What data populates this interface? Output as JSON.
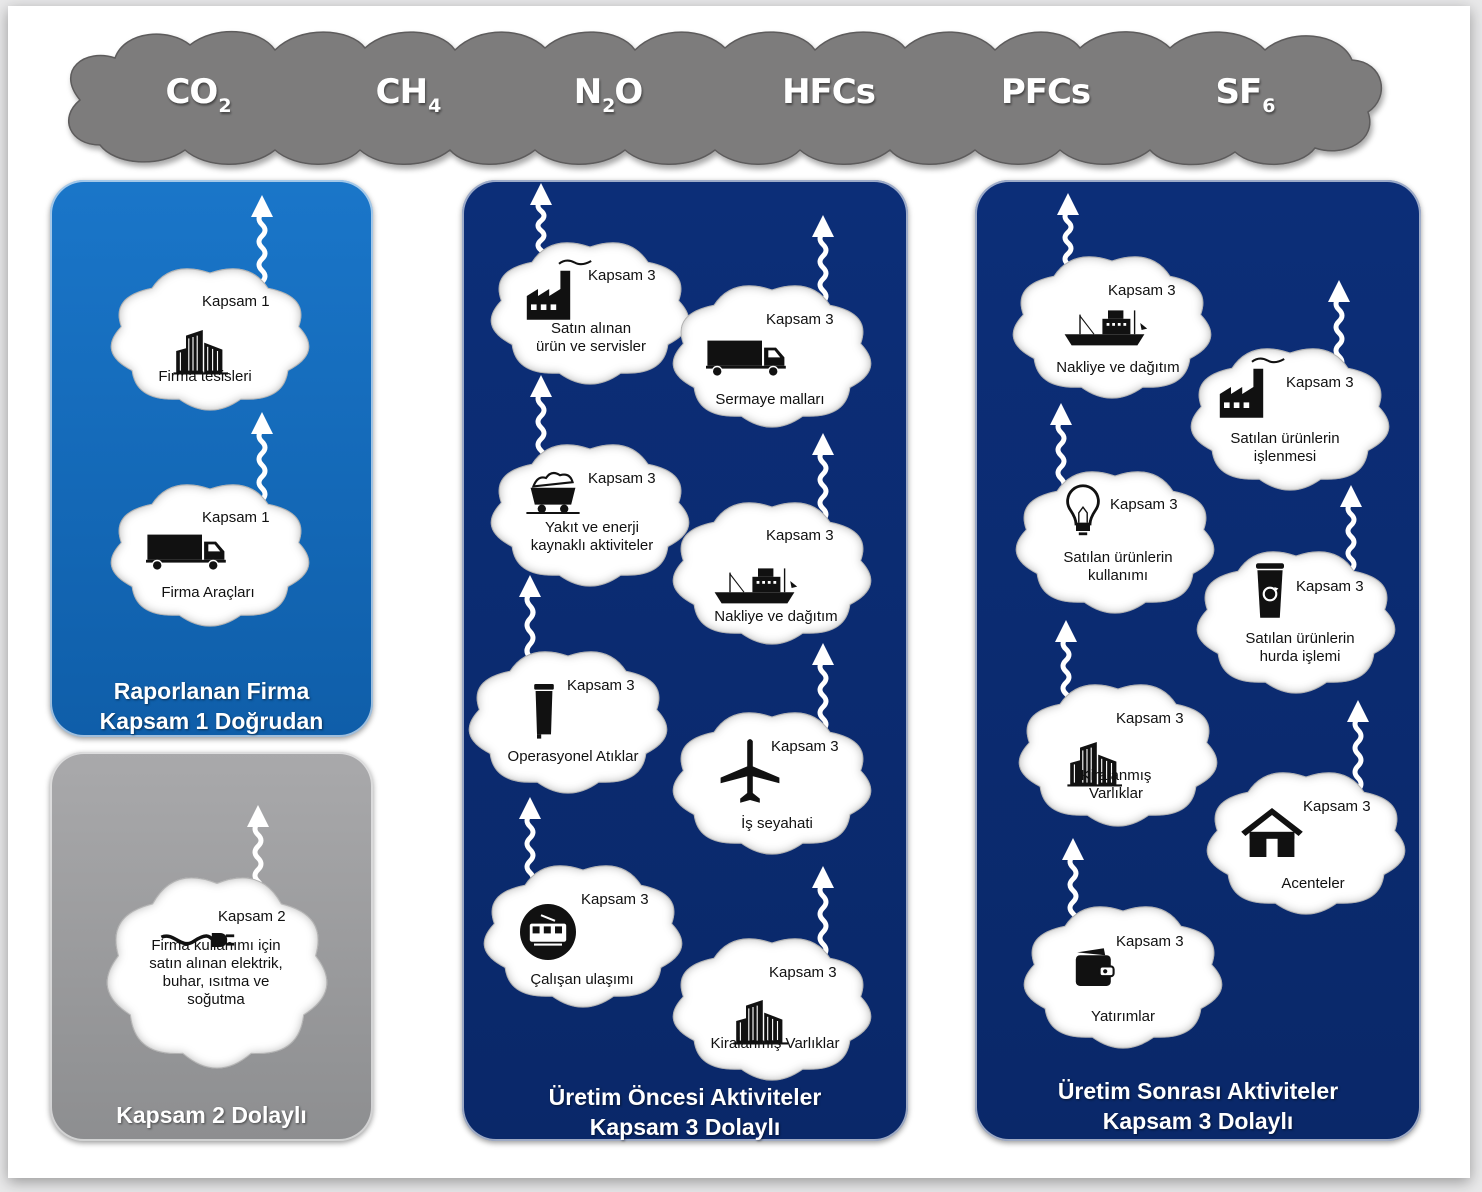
{
  "gases": [
    {
      "base": "CO",
      "sub": "2",
      "after": ""
    },
    {
      "base": "CH",
      "sub": "4",
      "after": ""
    },
    {
      "base": "N",
      "sub": "2",
      "after": "O"
    },
    {
      "base": "HFCs",
      "sub": "",
      "after": ""
    },
    {
      "base": "PFCs",
      "sub": "",
      "after": ""
    },
    {
      "base": "SF",
      "sub": "6",
      "after": ""
    }
  ],
  "panels": {
    "scope1": {
      "line1": "Raporlanan Firma",
      "line2": "Kapsam 1 Doğrudan"
    },
    "scope2": {
      "line1": "Kapsam 2 Dolaylı",
      "line2": ""
    },
    "upstream": {
      "line1": "Üretim Öncesi Aktiviteler",
      "line2": "Kapsam 3 Dolaylı"
    },
    "downstream": {
      "line1": "Üretim Sonrası Aktiviteler",
      "line2": "Kapsam 3 Dolaylı"
    }
  },
  "clouds": [
    {
      "scope": "Kapsam 1",
      "label": [
        "Firma tesisleri"
      ],
      "icon": "building-icon"
    },
    {
      "scope": "Kapsam 1",
      "label": [
        "Firma Araçları"
      ],
      "icon": "truck-icon"
    },
    {
      "scope": "Kapsam 2",
      "label": [
        "Firma kullanımı için",
        "satın alınan elektrik,",
        "buhar, ısıtma ve",
        "soğutma"
      ],
      "icon": "plug-icon"
    },
    {
      "scope": "Kapsam 3",
      "label": [
        "Satın alınan",
        "ürün ve servisler"
      ],
      "icon": "factory-icon"
    },
    {
      "scope": "Kapsam 3",
      "label": [
        "Sermaye malları"
      ],
      "icon": "truck-icon"
    },
    {
      "scope": "Kapsam 3",
      "label": [
        "Yakıt ve enerji",
        "kaynaklı aktiviteler"
      ],
      "icon": "coal-cart-icon"
    },
    {
      "scope": "Kapsam 3",
      "label": [
        "Nakliye ve dağıtım"
      ],
      "icon": "ship-icon"
    },
    {
      "scope": "Kapsam 3",
      "label": [
        "Operasyonel Atıklar"
      ],
      "icon": "trash-bin-icon"
    },
    {
      "scope": "Kapsam 3",
      "label": [
        "İş seyahati"
      ],
      "icon": "airplane-icon"
    },
    {
      "scope": "Kapsam 3",
      "label": [
        "Çalışan ulaşımı"
      ],
      "icon": "tram-icon"
    },
    {
      "scope": "Kapsam 3",
      "label": [
        "Kiralanmış Varlıklar"
      ],
      "icon": "building-icon"
    },
    {
      "scope": "Kapsam 3",
      "label": [
        "Nakliye ve dağıtım"
      ],
      "icon": "ship-icon"
    },
    {
      "scope": "Kapsam 3",
      "label": [
        "Satılan ürünlerin",
        "işlenmesi"
      ],
      "icon": "factory-icon"
    },
    {
      "scope": "Kapsam 3",
      "label": [
        "Satılan ürünlerin",
        "kullanımı"
      ],
      "icon": "lightbulb-icon"
    },
    {
      "scope": "Kapsam 3",
      "label": [
        "Satılan ürünlerin",
        "hurda işlemi"
      ],
      "icon": "recycle-bin-icon"
    },
    {
      "scope": "Kapsam 3",
      "label": [
        "Kiralanmış",
        "Varlıklar"
      ],
      "icon": "building-icon"
    },
    {
      "scope": "Kapsam 3",
      "label": [
        "Acenteler"
      ],
      "icon": "house-icon"
    },
    {
      "scope": "Kapsam 3",
      "label": [
        "Yatırımlar"
      ],
      "icon": "wallet-icon"
    }
  ]
}
